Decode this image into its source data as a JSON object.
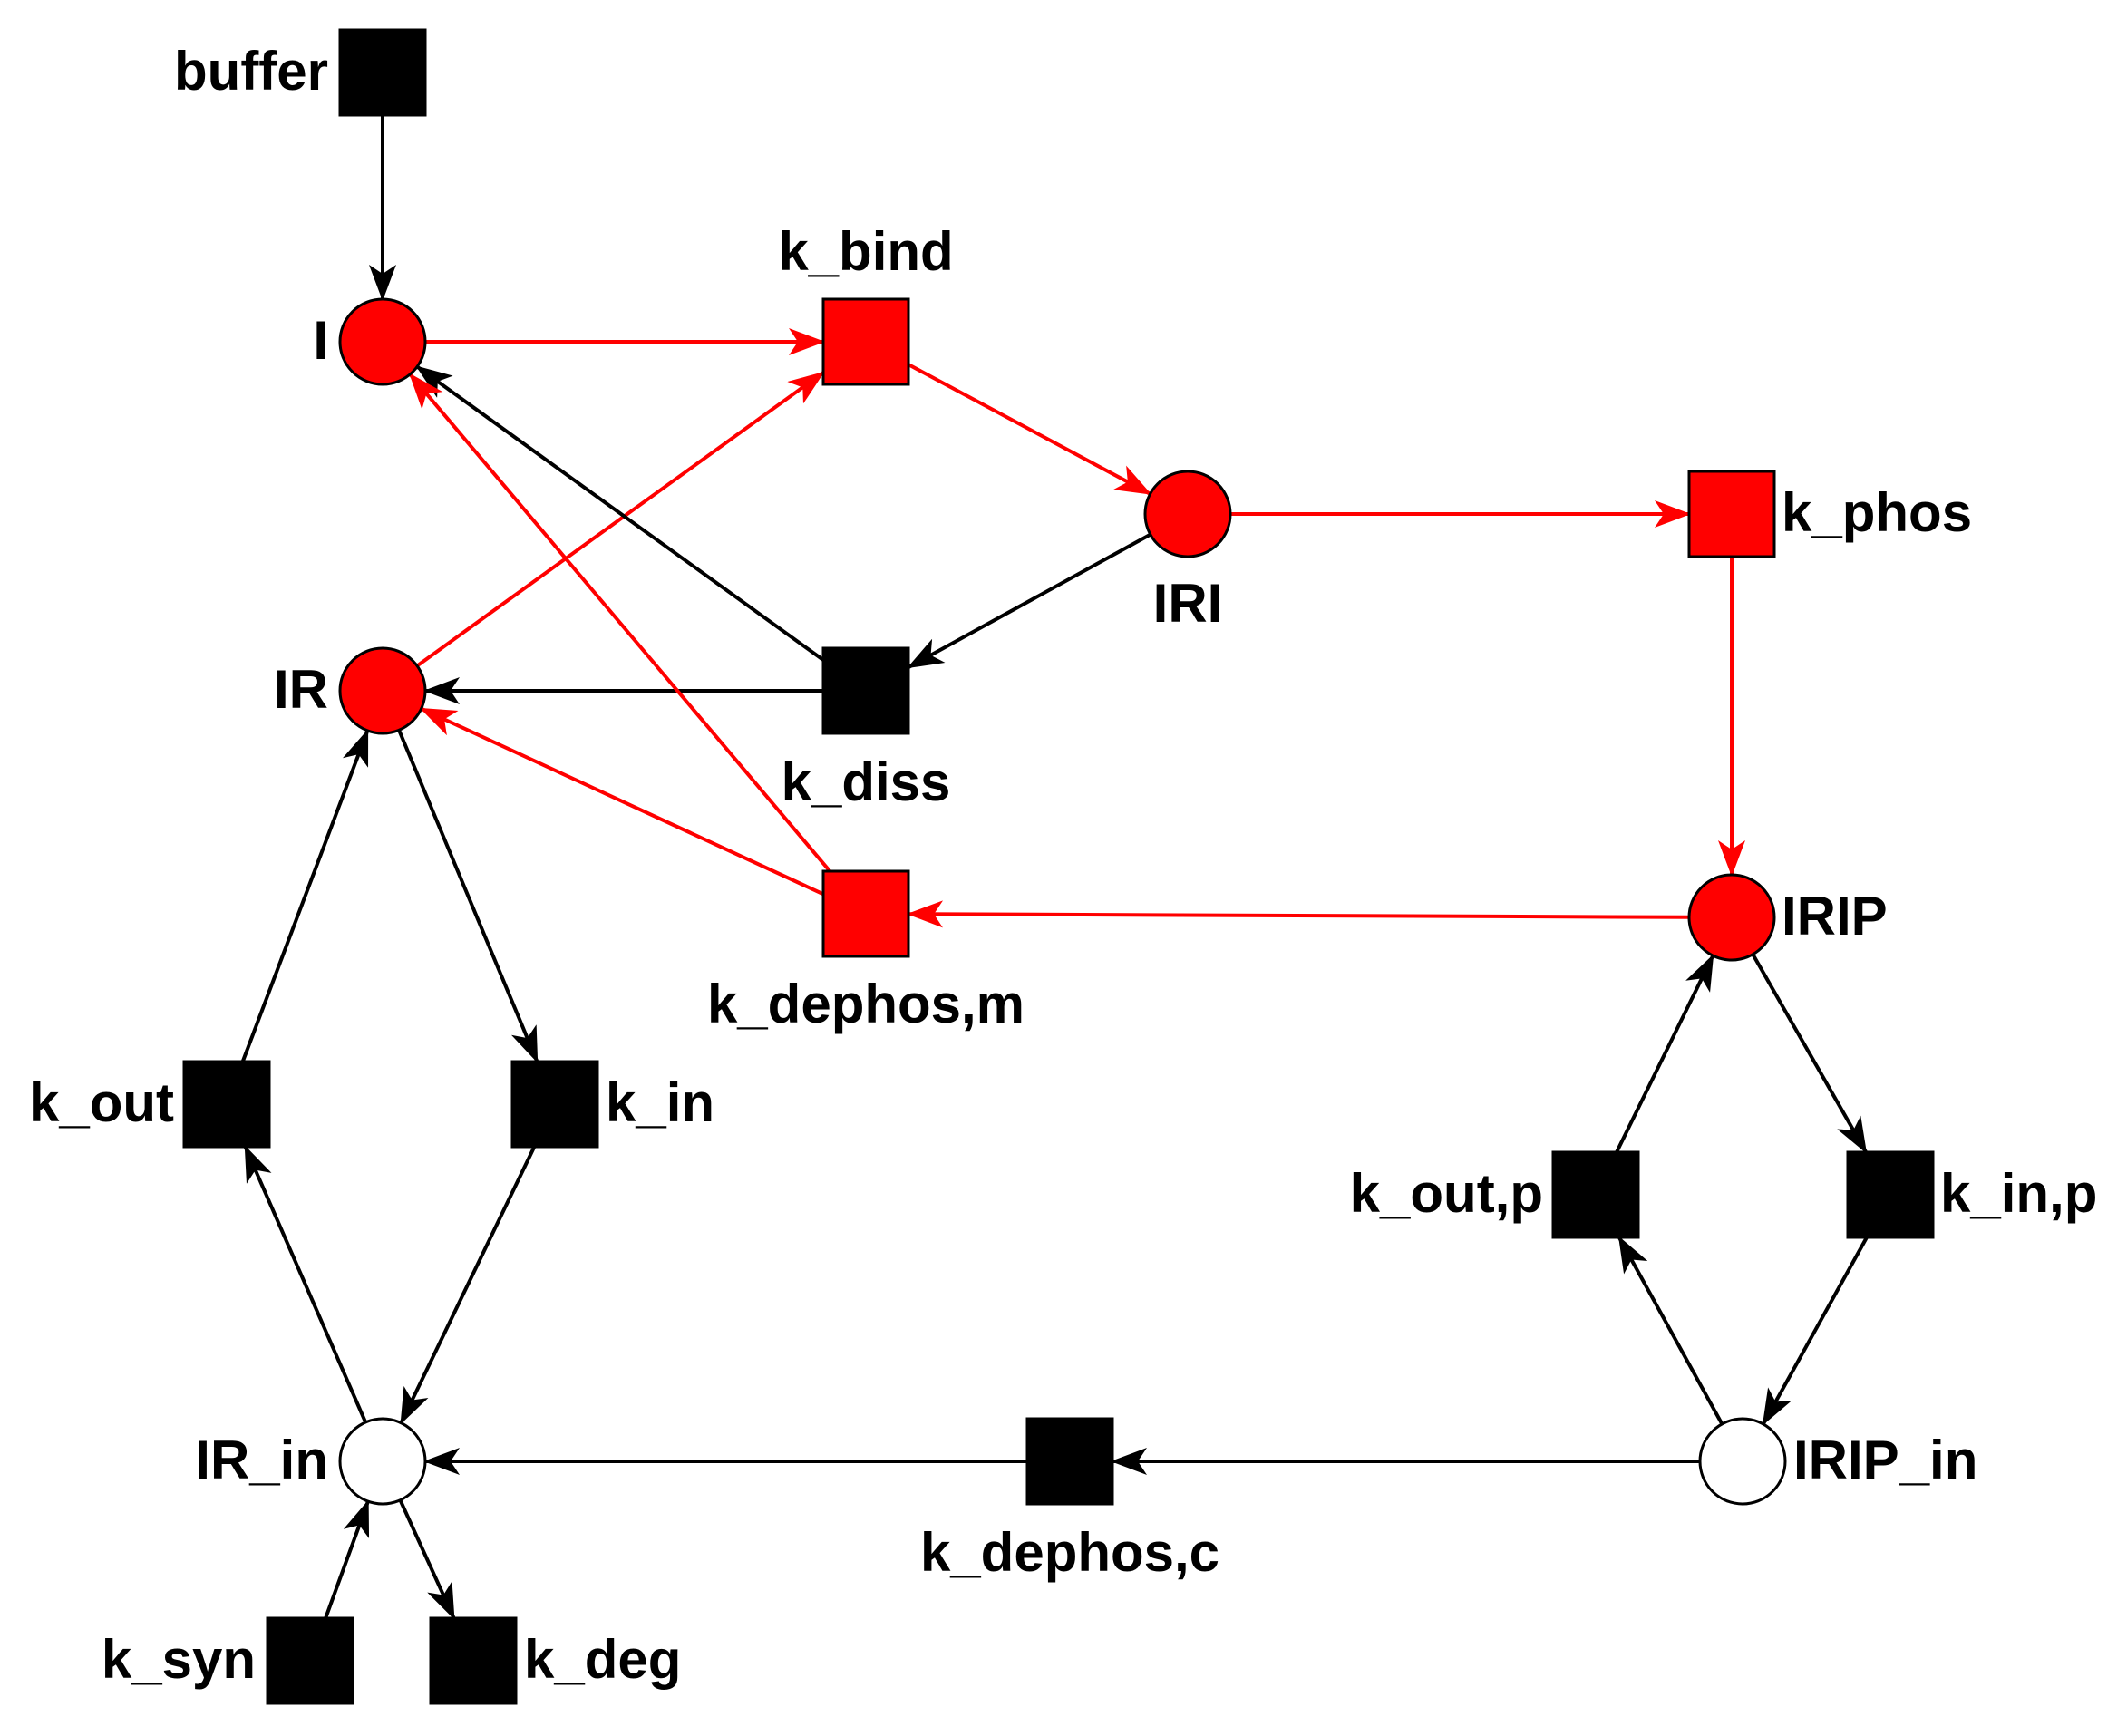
{
  "colors": {
    "active": "#ff0000",
    "inactive": "#000000",
    "empty": "#ffffff",
    "stroke": "#000000"
  },
  "places": [
    {
      "id": "I",
      "label": "I",
      "state": "active"
    },
    {
      "id": "IR",
      "label": "IR",
      "state": "active"
    },
    {
      "id": "IRI",
      "label": "IRI",
      "state": "active"
    },
    {
      "id": "IRIP",
      "label": "IRIP",
      "state": "active"
    },
    {
      "id": "IR_in",
      "label": "IR_in",
      "state": "empty"
    },
    {
      "id": "IRIP_in",
      "label": "IRIP_in",
      "state": "empty"
    }
  ],
  "transitions": [
    {
      "id": "buffer",
      "label": "buffer",
      "state": "inactive"
    },
    {
      "id": "k_bind",
      "label": "k_bind",
      "state": "active"
    },
    {
      "id": "k_phos",
      "label": "k_phos",
      "state": "active"
    },
    {
      "id": "k_diss",
      "label": "k_diss",
      "state": "inactive"
    },
    {
      "id": "k_dephos_m",
      "label": "k_dephos,m",
      "state": "active"
    },
    {
      "id": "k_out",
      "label": "k_out",
      "state": "inactive"
    },
    {
      "id": "k_in",
      "label": "k_in",
      "state": "inactive"
    },
    {
      "id": "k_out_p",
      "label": "k_out,p",
      "state": "inactive"
    },
    {
      "id": "k_in_p",
      "label": "k_in,p",
      "state": "inactive"
    },
    {
      "id": "k_dephos_c",
      "label": "k_dephos,c",
      "state": "inactive"
    },
    {
      "id": "k_syn",
      "label": "k_syn",
      "state": "inactive"
    },
    {
      "id": "k_deg",
      "label": "k_deg",
      "state": "inactive"
    }
  ],
  "arcs": [
    {
      "from": "buffer",
      "to": "I",
      "state": "inactive"
    },
    {
      "from": "I",
      "to": "k_bind",
      "state": "active"
    },
    {
      "from": "IR",
      "to": "k_bind",
      "state": "active"
    },
    {
      "from": "k_bind",
      "to": "IRI",
      "state": "active"
    },
    {
      "from": "IRI",
      "to": "k_phos",
      "state": "active"
    },
    {
      "from": "k_phos",
      "to": "IRIP",
      "state": "active"
    },
    {
      "from": "IRI",
      "to": "k_diss",
      "state": "inactive"
    },
    {
      "from": "k_diss",
      "to": "I",
      "state": "inactive"
    },
    {
      "from": "k_diss",
      "to": "IR",
      "state": "inactive"
    },
    {
      "from": "IRIP",
      "to": "k_dephos_m",
      "state": "active"
    },
    {
      "from": "k_dephos_m",
      "to": "I",
      "state": "active"
    },
    {
      "from": "k_dephos_m",
      "to": "IR",
      "state": "active"
    },
    {
      "from": "IR",
      "to": "k_in",
      "state": "inactive"
    },
    {
      "from": "k_in",
      "to": "IR_in",
      "state": "inactive"
    },
    {
      "from": "IR_in",
      "to": "k_out",
      "state": "inactive"
    },
    {
      "from": "k_out",
      "to": "IR",
      "state": "inactive"
    },
    {
      "from": "IRIP",
      "to": "k_in_p",
      "state": "inactive"
    },
    {
      "from": "k_in_p",
      "to": "IRIP_in",
      "state": "inactive"
    },
    {
      "from": "IRIP_in",
      "to": "k_out_p",
      "state": "inactive"
    },
    {
      "from": "k_out_p",
      "to": "IRIP",
      "state": "inactive"
    },
    {
      "from": "IRIP_in",
      "to": "k_dephos_c",
      "state": "inactive"
    },
    {
      "from": "k_dephos_c",
      "to": "IR_in",
      "state": "inactive"
    },
    {
      "from": "k_syn",
      "to": "IR_in",
      "state": "inactive"
    },
    {
      "from": "IR_in",
      "to": "k_deg",
      "state": "inactive"
    }
  ]
}
